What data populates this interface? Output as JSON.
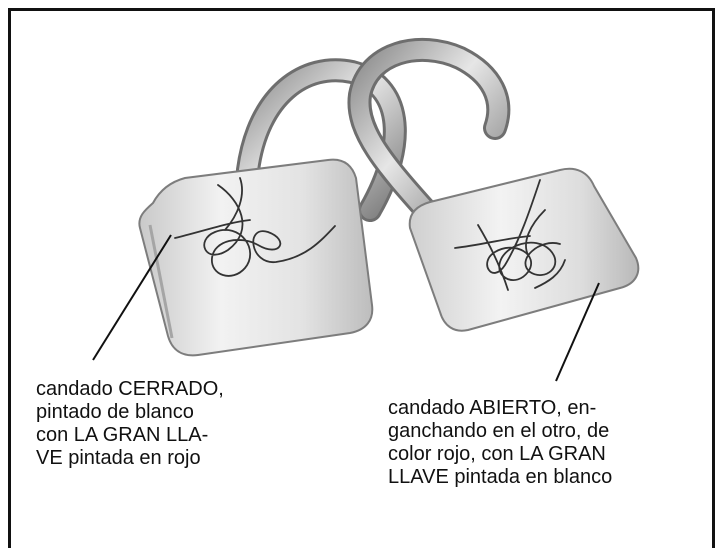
{
  "captions": {
    "closed_lock": [
      "candado CERRADO,",
      "pintado de blanco",
      "con LA GRAN LLA-",
      "VE pintada en rojo"
    ],
    "open_lock": [
      "candado ABIERTO, en-",
      "ganchando en el otro, de",
      "color rojo, con LA GRAN",
      "LLAVE pintada en blanco"
    ]
  },
  "colors": {
    "frame": "#111111",
    "lock_body": "#dedede",
    "shackle": "#a9a9a9",
    "scribble": "#333333"
  }
}
